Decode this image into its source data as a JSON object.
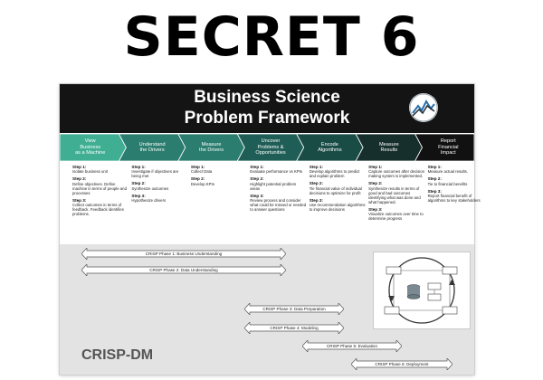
{
  "headline": "SECRET 6",
  "framework": {
    "title_line1": "Business Science",
    "title_line2": "Problem Framework"
  },
  "colors": {
    "chevron_teal": "#39a48a",
    "chevron_dark_teal": "#1e5f56",
    "chevron_black": "#151515",
    "header_bg": "#141414",
    "crisp_bg": "#e3e3e3"
  },
  "stages": [
    {
      "label": [
        "View",
        "Business",
        "as a Machine"
      ],
      "color": "#3fae93"
    },
    {
      "label": [
        "Understand",
        "the Drivers"
      ],
      "color": "#2b7d6f"
    },
    {
      "label": [
        "Measure",
        "the Drivers"
      ],
      "color": "#2b7d6f"
    },
    {
      "label": [
        "Uncover",
        "Problems &",
        "Opportunities"
      ],
      "color": "#1f5e56"
    },
    {
      "label": [
        "Encode",
        "Algorithms"
      ],
      "color": "#1a4c46"
    },
    {
      "label": [
        "Measure",
        "Results"
      ],
      "color": "#172f2c"
    },
    {
      "label": [
        "Report",
        "Financial",
        "Impact"
      ],
      "color": "#111111"
    }
  ],
  "columns": [
    [
      {
        "title": "Step 1:",
        "text": "Isolate business unit"
      },
      {
        "title": "Step 2:",
        "text": "Define objectives. Define machine in terms of people and processes"
      },
      {
        "title": "Step 3:",
        "text": "Collect outcomes in terms of feedback. Feedback identifies problems."
      }
    ],
    [
      {
        "title": "Step 1:",
        "text": "Investigate if objectives are being met"
      },
      {
        "title": "Step 2:",
        "text": "Synthesize outcomes"
      },
      {
        "title": "Step 3:",
        "text": "Hypothesize drivers"
      }
    ],
    [
      {
        "title": "Step 1:",
        "text": "Collect Data"
      },
      {
        "title": "Step 2:",
        "text": "Develop KPIs"
      }
    ],
    [
      {
        "title": "Step 1:",
        "text": "Evaluate performance vs KPIs"
      },
      {
        "title": "Step 2:",
        "text": "Highlight potential problem areas"
      },
      {
        "title": "Step 3:",
        "text": "Review process and consider what could be missed or needed to answer questions"
      }
    ],
    [
      {
        "title": "Step 1:",
        "text": "Develop algorithms to predict and explain problem"
      },
      {
        "title": "Step 2:",
        "text": "Tie financial value of individual decisions to optimize for profit"
      },
      {
        "title": "Step 3:",
        "text": "Use recommendation algorithms to improve decisions"
      }
    ],
    [
      {
        "title": "Step 1:",
        "text": "Capture outcomes after decision making system is implemented."
      },
      {
        "title": "Step 2:",
        "text": "Synthesize results in terms of good and bad outcomes identifying what was done and what happened."
      },
      {
        "title": "Step 3:",
        "text": "Visualize outcomes over time to determine progress"
      }
    ],
    [
      {
        "title": "Step 1:",
        "text": "Measure actual results."
      },
      {
        "title": "Step 2:",
        "text": "Tie to financial benefits"
      },
      {
        "title": "Step 3:",
        "text": "Report financial benefit of algorithms to key stakeholders"
      }
    ]
  ],
  "crisp": {
    "label": "CRISP-DM",
    "phases": [
      "CRISP Phase 1: Business Understanding",
      "CRISP Phase 2: Data Understanding",
      "CRISP Phase 3: Data Preparation",
      "CRISP Phase 4: Modeling",
      "CRISP Phase 5: Evaluation",
      "CRISP Phase 6: Deployment"
    ]
  }
}
